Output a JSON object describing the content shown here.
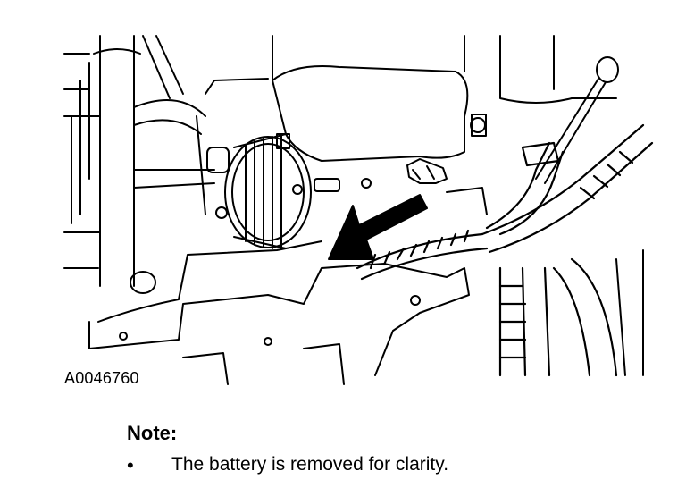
{
  "figure": {
    "id_label": "A0046760",
    "content": "engine-compartment line drawing with pointer arrow"
  },
  "note": {
    "title": "Note:",
    "bullet": "•",
    "items": [
      "The battery is removed for clarity."
    ]
  }
}
